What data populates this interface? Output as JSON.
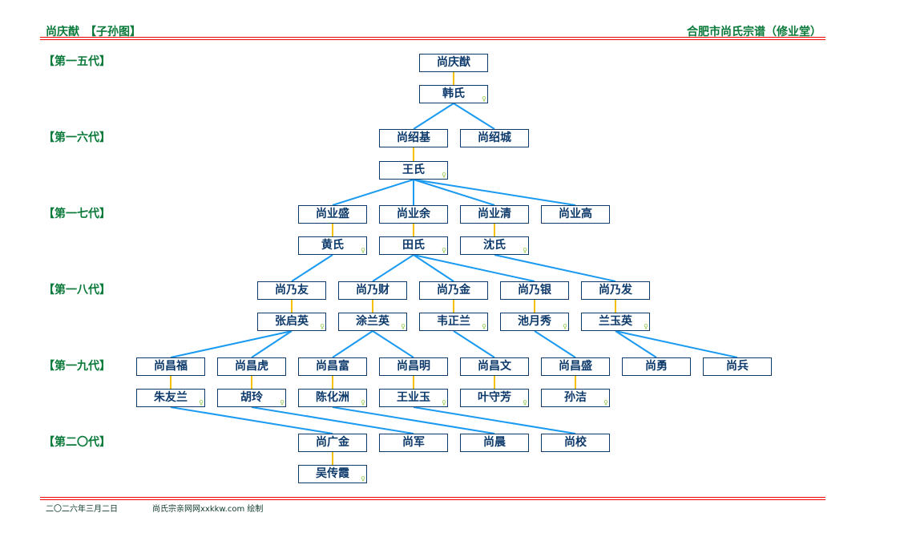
{
  "header": {
    "title": "尚庆猷　【子孙图】",
    "right": "合肥市尚氏宗谱（修业堂）"
  },
  "generations": [
    "【第一五代】",
    "【第一六代】",
    "【第一七代】",
    "【第一八代】",
    "【第一九代】",
    "【第二〇代】"
  ],
  "female_icon": "♀",
  "colors": {
    "line_child": "#1a9af0",
    "line_spouse": "#f5c000",
    "box_border": "#0d3a6b",
    "title": "#0a7a3a",
    "rule": "#e00000"
  },
  "nodes": [
    {
      "id": "a",
      "name": "尚庆猷"
    },
    {
      "id": "b",
      "name": "韩氏",
      "spouse_of": "a"
    },
    {
      "id": "c",
      "name": "尚绍基",
      "parent": "b"
    },
    {
      "id": "d",
      "name": "尚绍城",
      "parent": "b"
    },
    {
      "id": "e",
      "name": "王氏",
      "spouse_of": "c"
    },
    {
      "id": "f",
      "name": "尚业盛",
      "parent": "e"
    },
    {
      "id": "g",
      "name": "尚业余",
      "parent": "e"
    },
    {
      "id": "h",
      "name": "尚业清",
      "parent": "e"
    },
    {
      "id": "i",
      "name": "尚业高",
      "parent": "e"
    },
    {
      "id": "j",
      "name": "黄氏",
      "spouse_of": "f"
    },
    {
      "id": "k",
      "name": "田氏",
      "spouse_of": "g"
    },
    {
      "id": "l",
      "name": "沈氏",
      "spouse_of": "h"
    },
    {
      "id": "m",
      "name": "尚乃友",
      "parent": "j"
    },
    {
      "id": "n",
      "name": "尚乃财",
      "parent": "k"
    },
    {
      "id": "o",
      "name": "尚乃金",
      "parent": "k"
    },
    {
      "id": "p",
      "name": "尚乃银",
      "parent": "k"
    },
    {
      "id": "q",
      "name": "尚乃发",
      "parent": "l"
    },
    {
      "id": "r",
      "name": "张启英",
      "spouse_of": "m"
    },
    {
      "id": "s",
      "name": "涂兰英",
      "spouse_of": "n"
    },
    {
      "id": "t",
      "name": "韦正兰",
      "spouse_of": "o"
    },
    {
      "id": "u",
      "name": "池月秀",
      "spouse_of": "p"
    },
    {
      "id": "v",
      "name": "兰玉英",
      "spouse_of": "q"
    },
    {
      "id": "w",
      "name": "尚昌福",
      "parent": "r"
    },
    {
      "id": "x",
      "name": "尚昌虎",
      "parent": "r"
    },
    {
      "id": "y",
      "name": "尚昌富",
      "parent": "s"
    },
    {
      "id": "z",
      "name": "尚昌明",
      "parent": "s"
    },
    {
      "id": "A",
      "name": "尚昌文",
      "parent": "t"
    },
    {
      "id": "B",
      "name": "尚昌盛",
      "parent": "u"
    },
    {
      "id": "C",
      "name": "尚勇",
      "parent": "v"
    },
    {
      "id": "D",
      "name": "尚兵",
      "parent": "v"
    },
    {
      "id": "E",
      "name": "朱友兰",
      "spouse_of": "w"
    },
    {
      "id": "F",
      "name": "胡玲",
      "spouse_of": "x"
    },
    {
      "id": "G",
      "name": "陈化洲",
      "spouse_of": "y"
    },
    {
      "id": "H",
      "name": "王业玉",
      "spouse_of": "z"
    },
    {
      "id": "I",
      "name": "叶守芳",
      "spouse_of": "A"
    },
    {
      "id": "J",
      "name": "孙洁",
      "spouse_of": "B"
    },
    {
      "id": "K",
      "name": "尚广金",
      "parent": "E"
    },
    {
      "id": "L",
      "name": "尚军",
      "parent": "F"
    },
    {
      "id": "M",
      "name": "尚晨",
      "parent": "G"
    },
    {
      "id": "N",
      "name": "尚校",
      "parent": "H"
    },
    {
      "id": "O",
      "name": "吴传霞",
      "spouse_of": "K"
    }
  ],
  "footer": {
    "date": "二〇二六年三月二日",
    "credit": "尚氏宗亲网网xxkkw.com 绘制"
  }
}
